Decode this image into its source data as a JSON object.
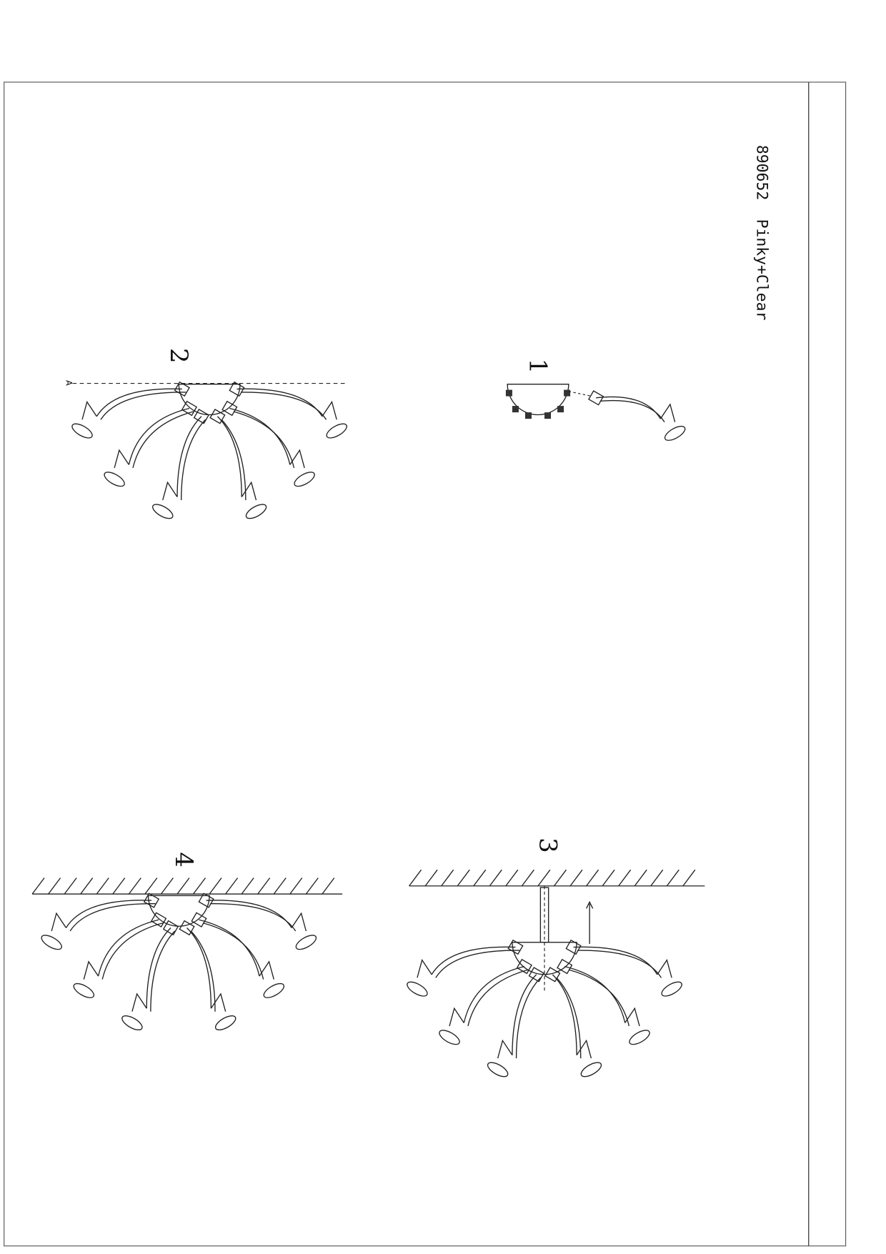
{
  "title": {
    "code": "890652",
    "name": "Pinky+Clear"
  },
  "steps": [
    {
      "label": "1"
    },
    {
      "label": "2",
      "section_marker": "A"
    },
    {
      "label": "3"
    },
    {
      "label": "4"
    }
  ]
}
